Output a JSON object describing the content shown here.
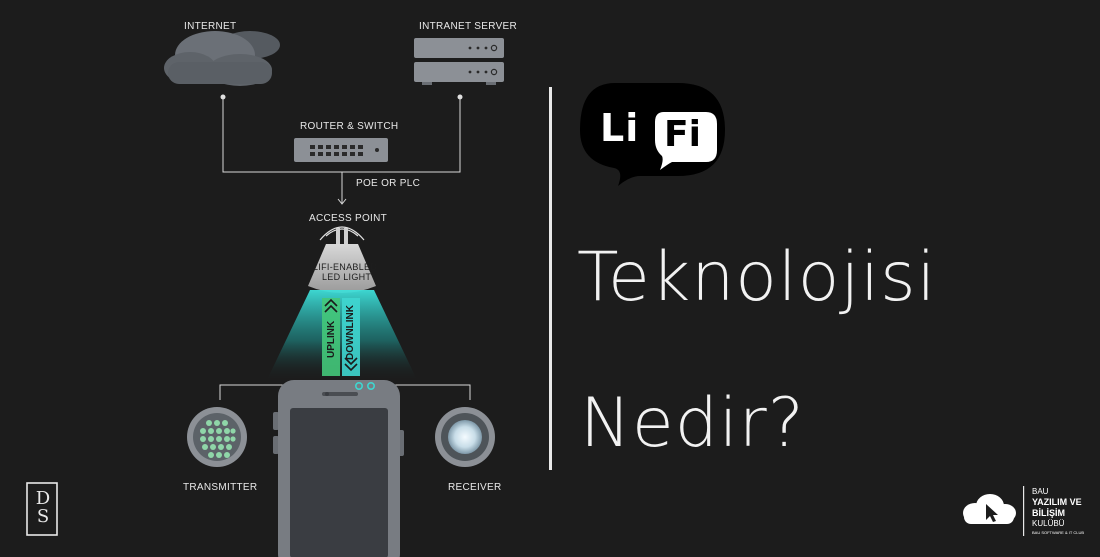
{
  "diagram": {
    "internet_label": "INTERNET",
    "intranet_label": "INTRANET SERVER",
    "router_label": "ROUTER & SWITCH",
    "poe_label": "POE OR PLC",
    "access_point_label": "ACCESS POINT",
    "led_label_line1": "LIFI-ENABLED",
    "led_label_line2": "LED LIGHT",
    "uplink_label": "UPLINK",
    "downlink_label": "DOWNLINK",
    "transmitter_label": "TRANSMITTER",
    "receiver_label": "RECEIVER"
  },
  "headline": {
    "logo_li": "Li",
    "logo_fi": "Fi",
    "line1": "Teknolojisi",
    "line2": "Nedir?"
  },
  "branding": {
    "left_mark": "DS",
    "club_line1": "BAU",
    "club_line2": "YAZILIM VE",
    "club_line3": "BİLİŞİM",
    "club_line4": "KULÜBÜ",
    "club_line5": "BAU SOFTWARE & IT CLUB"
  },
  "colors": {
    "background": "#1c1c1c",
    "beam": "#3fd6d0",
    "uplink": "#44c87a",
    "text": "#f2f2f2"
  }
}
